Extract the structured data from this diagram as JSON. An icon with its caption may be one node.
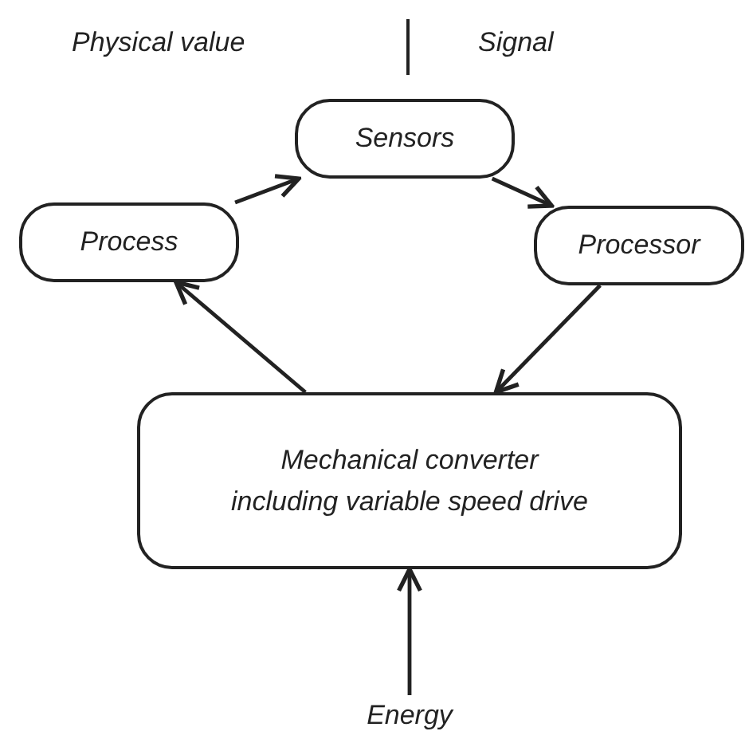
{
  "diagram": {
    "nodes": [
      {
        "text": [
          "Sensors"
        ]
      },
      {
        "text": [
          "Processor"
        ]
      },
      {
        "text": [
          "Mechanical converter including variable speed drive"
        ]
      },
      {
        "text": [
          "Process"
        ]
      },
      {
        "text": [
          "Energy"
        ]
      }
    ],
    "edges": [
      {
        "from": 3,
        "to": 0,
        "arrow": "to"
      },
      {
        "from": 0,
        "to": 1,
        "arrow": "to"
      },
      {
        "from": 1,
        "to": 2,
        "arrow": "to"
      },
      {
        "from": 2,
        "to": 3,
        "arrow": "to"
      },
      {
        "from": 4,
        "to": 2,
        "arrow": "to"
      }
    ],
    "labels": [
      "Physical value",
      "Signal"
    ]
  }
}
